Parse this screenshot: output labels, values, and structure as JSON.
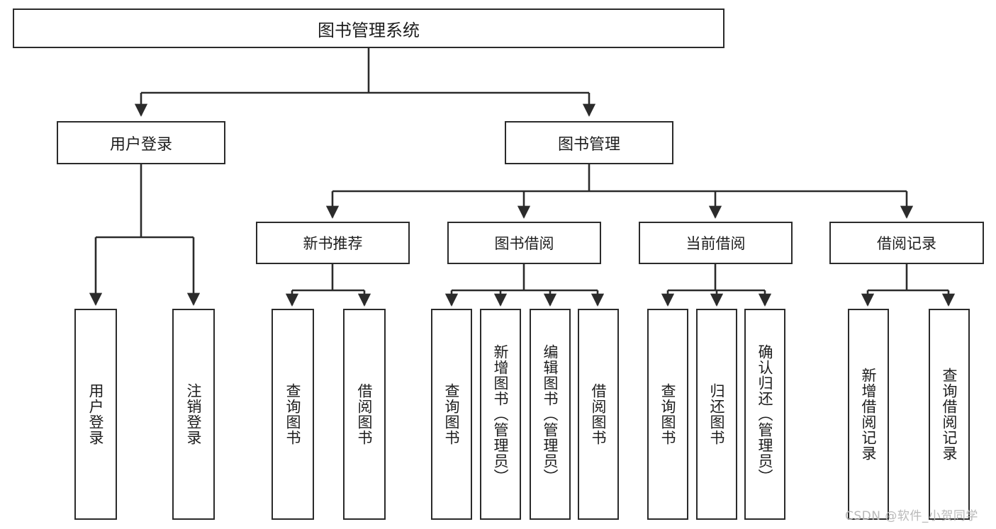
{
  "diagram": {
    "type": "tree-hierarchy",
    "title": "图书管理系统",
    "root": {
      "label": "图书管理系统"
    },
    "level1": [
      {
        "id": "user-login",
        "label": "用户登录"
      },
      {
        "id": "book-manage",
        "label": "图书管理"
      }
    ],
    "level2": [
      {
        "id": "new-book-recommend",
        "label": "新书推荐",
        "parent": "book-manage"
      },
      {
        "id": "book-borrow",
        "label": "图书借阅",
        "parent": "book-manage"
      },
      {
        "id": "current-borrow",
        "label": "当前借阅",
        "parent": "book-manage"
      },
      {
        "id": "borrow-record",
        "label": "借阅记录",
        "parent": "book-manage"
      }
    ],
    "leaves": [
      {
        "id": "leaf-user-login",
        "label": "用户登录",
        "parent": "user-login"
      },
      {
        "id": "leaf-logout",
        "label": "注销登录",
        "parent": "user-login"
      },
      {
        "id": "leaf-query-book-1",
        "label": "查询图书",
        "parent": "new-book-recommend"
      },
      {
        "id": "leaf-borrow-book-1",
        "label": "借阅图书",
        "parent": "new-book-recommend"
      },
      {
        "id": "leaf-query-book-2",
        "label": "查询图书",
        "parent": "book-borrow"
      },
      {
        "id": "leaf-add-book",
        "label": "新增图书（管理员）",
        "parent": "book-borrow"
      },
      {
        "id": "leaf-edit-book",
        "label": "编辑图书（管理员）",
        "parent": "book-borrow"
      },
      {
        "id": "leaf-borrow-book-2",
        "label": "借阅图书",
        "parent": "book-borrow"
      },
      {
        "id": "leaf-query-book-3",
        "label": "查询图书",
        "parent": "current-borrow"
      },
      {
        "id": "leaf-return-book",
        "label": "归还图书",
        "parent": "current-borrow"
      },
      {
        "id": "leaf-confirm-return",
        "label": "确认归还（管理员）",
        "parent": "current-borrow"
      },
      {
        "id": "leaf-add-record",
        "label": "新增借阅记录",
        "parent": "borrow-record"
      },
      {
        "id": "leaf-query-record",
        "label": "查询借阅记录",
        "parent": "borrow-record"
      }
    ],
    "colors": {
      "stroke": "#2b2b2b",
      "background": "#ffffff",
      "text": "#1d1d1d",
      "watermark": "#b9b9b9"
    }
  },
  "watermark": {
    "text": "CSDN @软件_小贺同学"
  }
}
